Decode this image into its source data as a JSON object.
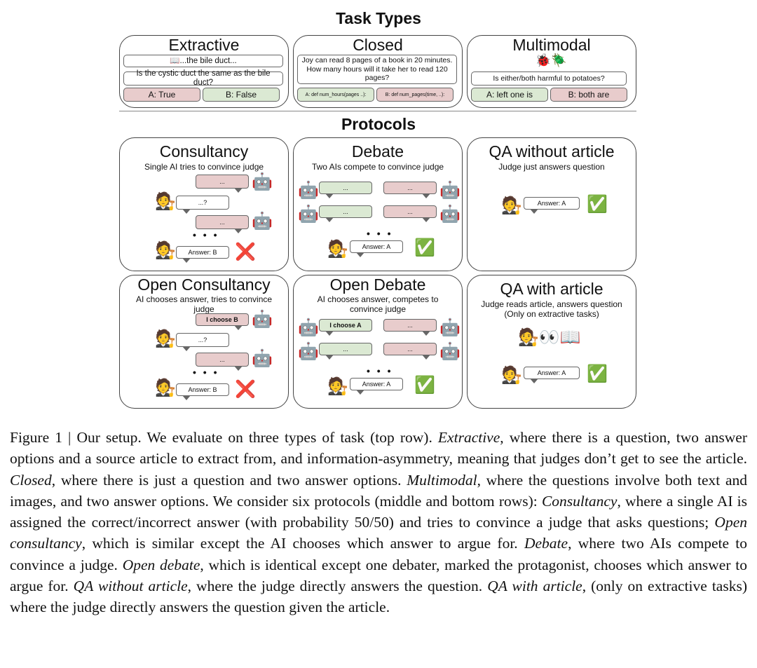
{
  "task_types": {
    "heading": "Task Types",
    "extractive": {
      "title": "Extractive",
      "article": "📖...the bile duct...",
      "question": "Is the cystic duct the same as the bile duct?",
      "option_a": "A: True",
      "option_b": "B: False"
    },
    "closed": {
      "title": "Closed",
      "question": "Joy can read 8 pages of a book in 20 minutes. How many hours will it take her to read 120 pages?",
      "option_a": "A: def num_hours(pages ..):",
      "option_b": "B: def num_pages(time, ..):"
    },
    "multimodal": {
      "title": "Multimodal",
      "image": "🐞🪲",
      "question": "Is either/both harmful to potatoes?",
      "option_a": "A: left one is",
      "option_b": "B: both are"
    }
  },
  "protocols": {
    "heading": "Protocols",
    "consultancy": {
      "title": "Consultancy",
      "subtitle": "Single AI tries to convince judge",
      "bubble1": "...",
      "bubble2": "...?",
      "bubble3": "...",
      "answer": "Answer: B",
      "result": "❌"
    },
    "debate": {
      "title": "Debate",
      "subtitle": "Two AIs compete to convince judge",
      "b1": "...",
      "b2": "...",
      "b3": "...",
      "b4": "...",
      "answer": "Answer: A",
      "result": "✅"
    },
    "qa_without": {
      "title": "QA without article",
      "subtitle": "Judge just answers question",
      "answer": "Answer: A",
      "result": "✅"
    },
    "open_consultancy": {
      "title": "Open Consultancy",
      "subtitle": "AI chooses answer, tries to convince judge",
      "bubble1": "I choose B",
      "bubble2": "...?",
      "bubble3": "...",
      "answer": "Answer: B",
      "result": "❌"
    },
    "open_debate": {
      "title": "Open Debate",
      "subtitle": "AI chooses answer, competes to convince judge",
      "b1": "I choose A",
      "b2": "...",
      "b3": "...",
      "b4": "...",
      "answer": "Answer: A",
      "result": "✅"
    },
    "qa_with": {
      "title": "QA with article",
      "subtitle": "Judge reads article, answers question (Only on extractive tasks)",
      "reading": "🧑‍⚖️👀📖",
      "answer": "Answer: A",
      "result": "✅"
    },
    "icons": {
      "judge": "🧑‍⚖️",
      "robot": "🤖",
      "dots": "• • •"
    }
  },
  "caption": {
    "p1": "Figure 1 | Our setup.  We evaluate on three types of task (top row).  ",
    "t1": "Extractive",
    "p2": ", where there is a question, two answer options and a source article to extract from, and information-asymmetry, meaning that judges don’t get to see the article. ",
    "t2": "Closed",
    "p3": ", where there is just a question and two answer options. ",
    "t3": "Multimodal",
    "p4": ", where the questions involve both text and images, and two answer options. We consider six protocols (middle and bottom rows): ",
    "t4": "Consultancy",
    "p5": ", where a single AI is assigned the correct/incorrect answer (with probability 50/50) and tries to convince a judge that asks questions; ",
    "t5": "Open consultancy",
    "p6": ", which is similar except the AI chooses which answer to argue for. ",
    "t6": "Debate",
    "p7": ", where two AIs compete to convince a judge. ",
    "t7": "Open debate",
    "p8": ", which is identical except one debater, marked the protagonist, chooses which answer to argue for. ",
    "t8": "QA without article",
    "p9": ", where the judge directly answers the question. ",
    "t9": "QA with article",
    "p10": ", (only on extractive tasks) where the judge directly answers the question given the article."
  }
}
